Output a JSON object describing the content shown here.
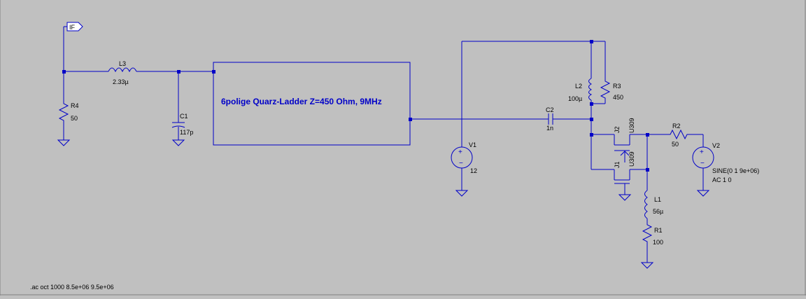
{
  "colors": {
    "background": "#c0c0c0",
    "wire": "#0000c8",
    "label": "#000000",
    "junction": "#0000c8"
  },
  "net_label": "IF",
  "block_label": "6polige Quarz-Ladder Z=450 Ohm, 9MHz",
  "components": {
    "L3": {
      "name": "L3",
      "value": "2.33µ"
    },
    "R4": {
      "name": "R4",
      "value": "50"
    },
    "C1": {
      "name": "C1",
      "value": "117p"
    },
    "V1": {
      "name": "V1",
      "value": "12"
    },
    "C2": {
      "name": "C2",
      "value": "1n"
    },
    "L2": {
      "name": "L2",
      "value": "100µ"
    },
    "R3": {
      "name": "R3",
      "value": "450"
    },
    "J2": {
      "name": "J2",
      "model": "U309"
    },
    "J1": {
      "name": "J1",
      "model": "U309"
    },
    "R2": {
      "name": "R2",
      "value": "50"
    },
    "V2": {
      "name": "V2",
      "value": "SINE(0 1 9e+06)",
      "value2": "AC 1 0"
    },
    "L1": {
      "name": "L1",
      "value": "56µ"
    },
    "R1": {
      "name": "R1",
      "value": "100"
    }
  },
  "directive": ".ac oct 1000 8.5e+06 9.5e+06"
}
